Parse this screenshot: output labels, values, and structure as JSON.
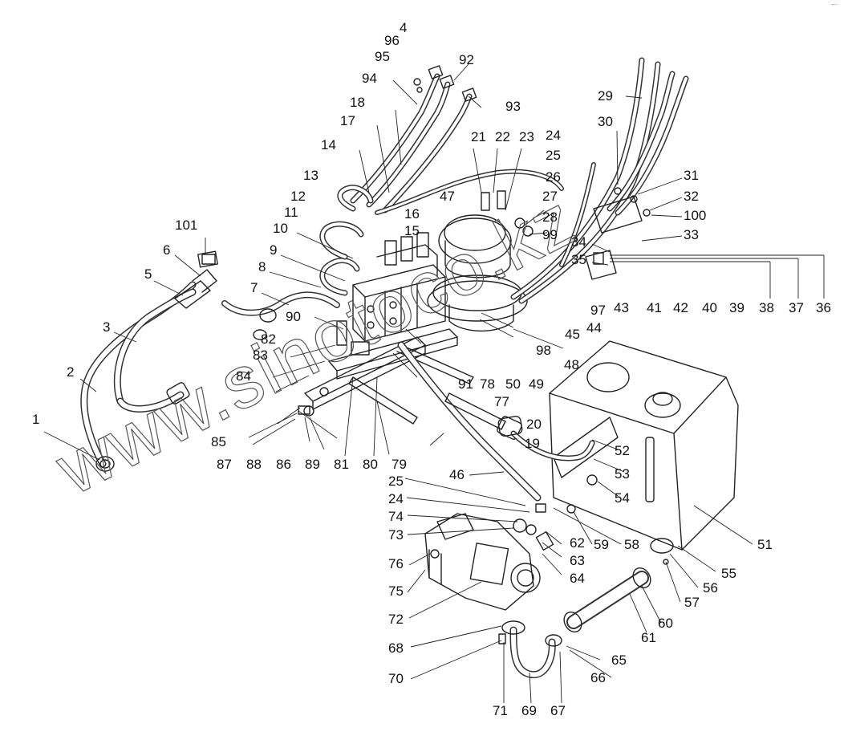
{
  "watermark": "www.sinotoco.kz",
  "corner_mark": "⌐-",
  "callouts": [
    "1",
    "2",
    "3",
    "4",
    "5",
    "6",
    "7",
    "8",
    "9",
    "10",
    "11",
    "12",
    "13",
    "14",
    "15",
    "16",
    "17",
    "18",
    "19",
    "20",
    "21",
    "22",
    "23",
    "24",
    "25",
    "26",
    "27",
    "28",
    "29",
    "30",
    "31",
    "32",
    "33",
    "34",
    "35",
    "36",
    "37",
    "38",
    "39",
    "40",
    "41",
    "42",
    "43",
    "44",
    "45",
    "46",
    "47",
    "48",
    "49",
    "50",
    "51",
    "52",
    "53",
    "54",
    "55",
    "56",
    "57",
    "58",
    "59",
    "60",
    "61",
    "62",
    "63",
    "64",
    "65",
    "66",
    "67",
    "68",
    "69",
    "70",
    "71",
    "72",
    "73",
    "74",
    "75",
    "76",
    "77",
    "78",
    "79",
    "80",
    "81",
    "82",
    "83",
    "84",
    "85",
    "86",
    "87",
    "88",
    "89",
    "90",
    "91",
    "92",
    "93",
    "94",
    "95",
    "96",
    "97",
    "98",
    "99",
    "100",
    "101",
    "24",
    "25"
  ]
}
